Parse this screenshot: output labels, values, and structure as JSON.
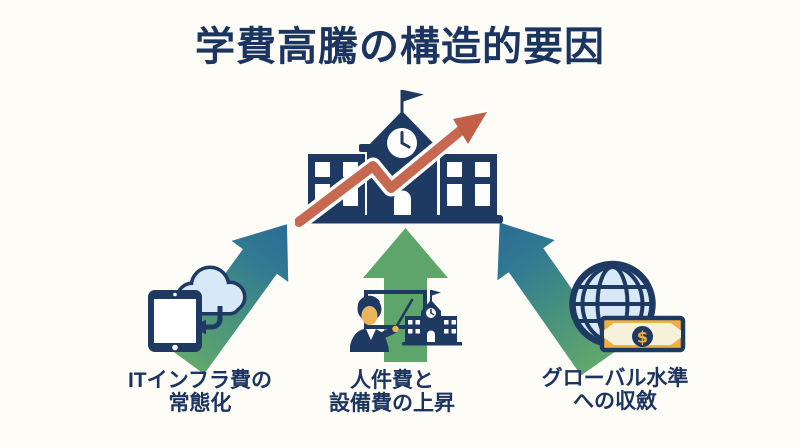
{
  "title": "学費高騰の構造的要因",
  "center_graphic": {
    "icon": "school-building-with-rising-trend-arrow-icon"
  },
  "factors": [
    {
      "icon": "tablet-cloud-sync-icon",
      "label_line1": "ITインフラ費の",
      "label_line2": "常態化"
    },
    {
      "icon": "teacher-and-school-facility-icon",
      "label_line1": "人件費と",
      "label_line2": "設備費の上昇"
    },
    {
      "icon": "globe-banknote-icon",
      "label_line1": "グローバル水準",
      "label_line2": "への収斂",
      "money_symbol": "$"
    }
  ],
  "colors": {
    "background": "#fdfcf6",
    "navy": "#1e3a63",
    "title_navy": "#1b3560",
    "trend_red": "#c76850",
    "arrow_green": "#5ea56b",
    "arrow_blue": "#2b6b94",
    "light_blue": "#d7e8f6",
    "money_gold": "#eeb042",
    "skin_tan": "#e9b45c"
  }
}
